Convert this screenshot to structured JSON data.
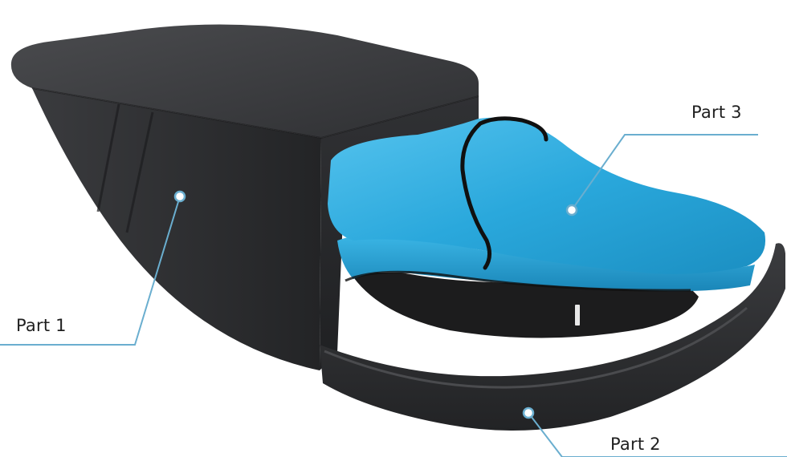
{
  "callouts": [
    {
      "id": "part1",
      "label": "Part 1"
    },
    {
      "id": "part2",
      "label": "Part 2"
    },
    {
      "id": "part3",
      "label": "Part 3"
    }
  ],
  "colors": {
    "callout_line": "#6aaecf",
    "shell_dark": "#2e2f31",
    "liner_blue": "#29a9dc",
    "inner_black": "#1c1c1d",
    "label_text": "#1f1f1f"
  }
}
